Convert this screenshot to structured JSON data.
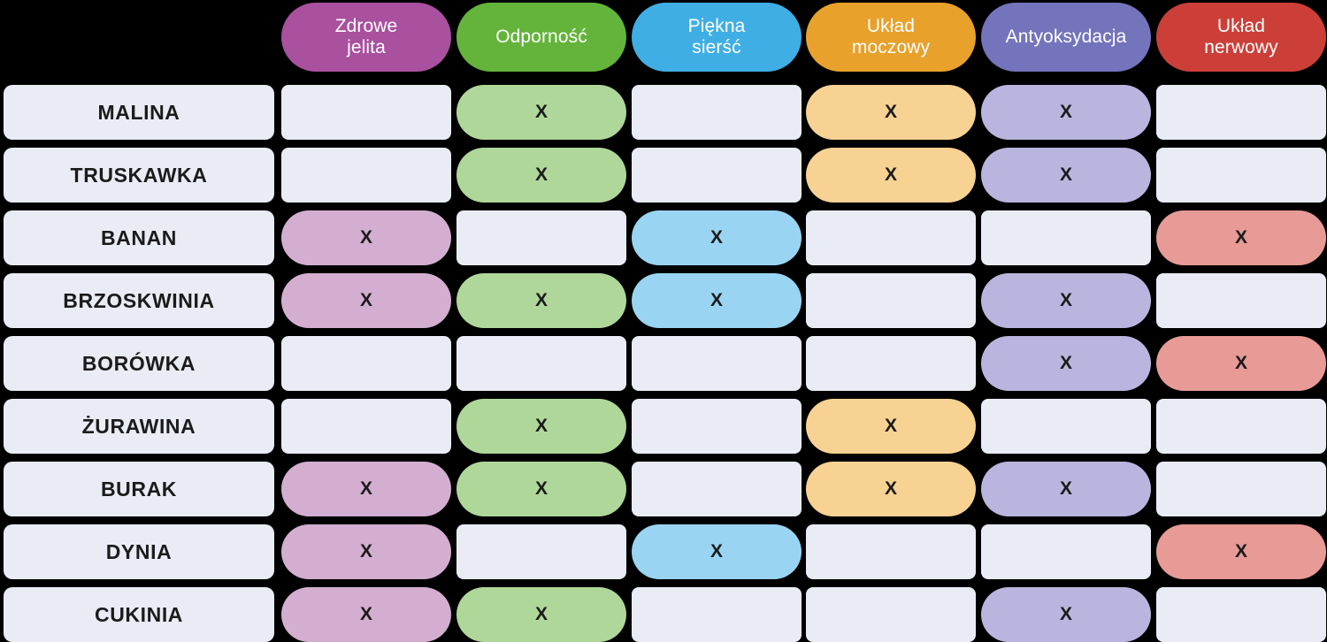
{
  "matrix": {
    "title_row_label_column": "",
    "columns": [
      {
        "id": "zdrowe-jelita",
        "label": "Zdrowe\njelita",
        "header_color": "#A9509F",
        "cell_color": "#D4AED0"
      },
      {
        "id": "odpornosc",
        "label": "Odporność",
        "header_color": "#64B43C",
        "cell_color": "#AFD79A"
      },
      {
        "id": "piekna-siersc",
        "label": "Piękna\nsierść",
        "header_color": "#3FAEE5",
        "cell_color": "#99D5F2"
      },
      {
        "id": "uklad-moczowy",
        "label": "Układ\nmoczowy",
        "header_color": "#E8A12A",
        "cell_color": "#F7D293"
      },
      {
        "id": "antyoksydacja",
        "label": "Antyoksydacja",
        "header_color": "#7474BC",
        "cell_color": "#BAB5DE"
      },
      {
        "id": "uklad-nerwowy",
        "label": "Układ\nnerwowy",
        "header_color": "#CC3F38",
        "cell_color": "#E79A96"
      }
    ],
    "mark": "X",
    "empty_cell_color": "#E9ECF5",
    "background_color": "#000000",
    "rows": [
      {
        "label": "MALINA",
        "marks": [
          false,
          true,
          false,
          true,
          true,
          false
        ]
      },
      {
        "label": "TRUSKAWKA",
        "marks": [
          false,
          true,
          false,
          true,
          true,
          false
        ]
      },
      {
        "label": "BANAN",
        "marks": [
          true,
          false,
          true,
          false,
          false,
          true
        ]
      },
      {
        "label": "BRZOSKWINIA",
        "marks": [
          true,
          true,
          true,
          false,
          true,
          false
        ]
      },
      {
        "label": "BORÓWKA",
        "marks": [
          false,
          false,
          false,
          false,
          true,
          true
        ]
      },
      {
        "label": "ŻURAWINA",
        "marks": [
          false,
          true,
          false,
          true,
          false,
          false
        ]
      },
      {
        "label": "BURAK",
        "marks": [
          true,
          true,
          false,
          true,
          true,
          false
        ]
      },
      {
        "label": "DYNIA",
        "marks": [
          true,
          false,
          true,
          false,
          false,
          true
        ]
      },
      {
        "label": "CUKINIA",
        "marks": [
          true,
          true,
          false,
          false,
          true,
          false
        ]
      }
    ]
  }
}
